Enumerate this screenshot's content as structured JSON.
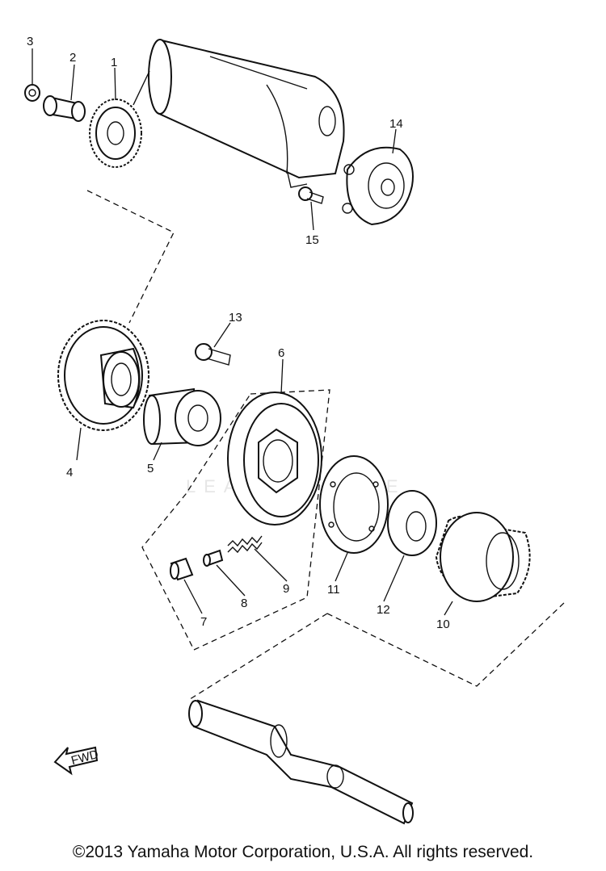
{
  "callouts": {
    "c1": "1",
    "c2": "2",
    "c3": "3",
    "c4": "4",
    "c5": "5",
    "c6": "6",
    "c7": "7",
    "c8": "8",
    "c9": "9",
    "c10": "10",
    "c11": "11",
    "c12": "12",
    "c13": "13",
    "c14": "14",
    "c15": "15"
  },
  "fwd_label": "FWD",
  "watermark": "LEADVENTURE",
  "copyright": "©2013 Yamaha Motor Corporation, U.S.A. All rights reserved."
}
